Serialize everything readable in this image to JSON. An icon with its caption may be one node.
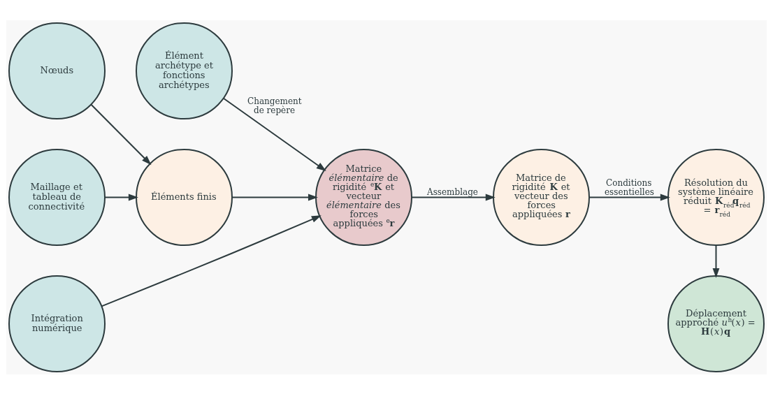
{
  "diagram": {
    "nodes": [
      {
        "text": [
          "Nœuds"
        ]
      },
      {
        "text": [
          "Éléments finis"
        ]
      },
      {
        "text": [
          "Maillage et tableau de connectivité"
        ]
      },
      {
        "text": [
          "Élément archétype et fonctions archétypes"
        ]
      },
      {
        "text": [
          "Déplacement approché *u*$^{h}$(*x*) = **H**(*x*)**q**"
        ]
      },
      {
        "text": [
          "Matrice *élémentaire* de rigidité $^{e}$**K** et vecteur *élémentaire* des forces appliquées $^{e}$**r**"
        ]
      },
      {
        "text": [
          "Intégration numérique"
        ]
      },
      {
        "text": [
          "Matrice de rigidité **K** et vecteur des forces appliquées **r**"
        ]
      },
      {
        "text": [
          "Résolution du système linéaire réduit **K**$_{réd}$**q**$_{réd}$ = **r**$_{réd}$"
        ]
      }
    ],
    "edges": [
      {
        "from": 0,
        "to": 1,
        "arrow": "to"
      },
      {
        "from": 2,
        "to": 1,
        "arrow": "to"
      },
      {
        "from": 1,
        "to": 5,
        "arrow": "to"
      },
      {
        "from": 3,
        "to": 5,
        "arrow": "to",
        "label": "Changement de repère"
      },
      {
        "from": 6,
        "to": 5,
        "arrow": "to"
      },
      {
        "from": 5,
        "to": 7,
        "arrow": "to",
        "label": "Assemblage"
      },
      {
        "from": 7,
        "to": 8,
        "arrow": "to",
        "label": "Conditions essentielles"
      },
      {
        "from": 8,
        "to": 4,
        "arrow": "to"
      }
    ]
  }
}
